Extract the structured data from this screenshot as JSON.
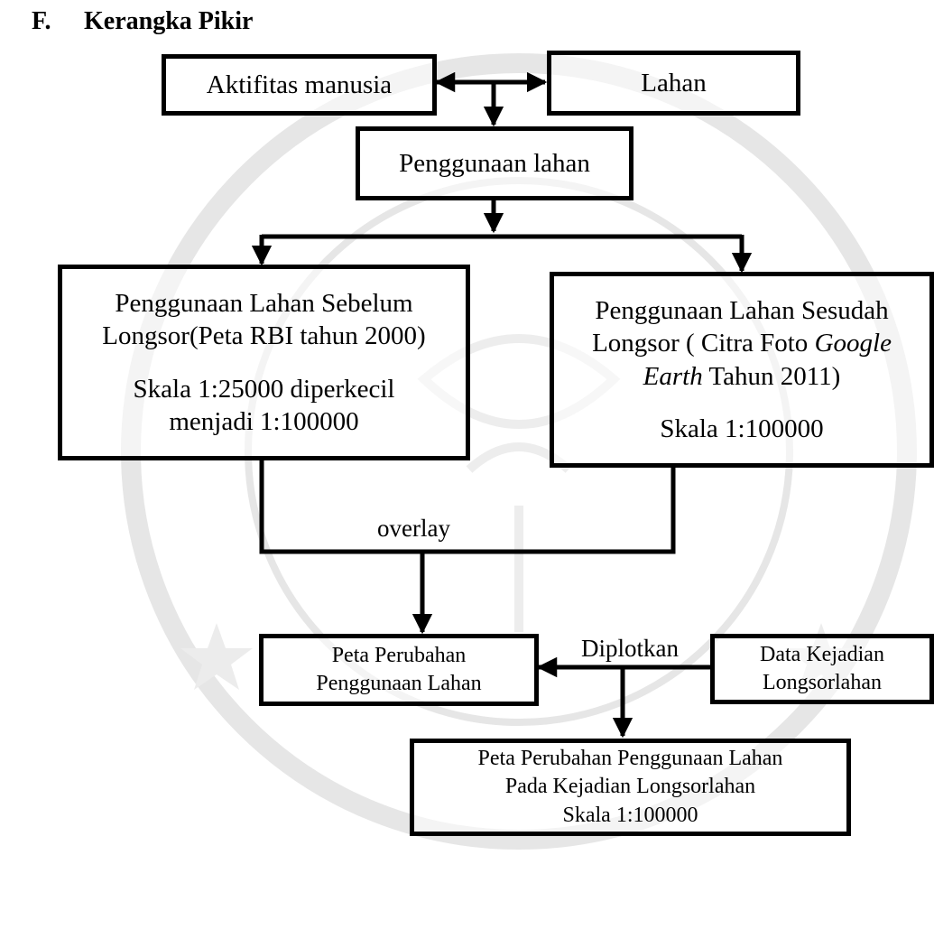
{
  "heading": {
    "number": "F.",
    "title": "Kerangka Pikir"
  },
  "boxes": {
    "aktifitas": "Aktifitas manusia",
    "lahan": "Lahan",
    "penggunaan": "Penggunaan lahan",
    "sebelum": {
      "line1": "Penggunaan Lahan Sebelum",
      "line2": "Longsor(Peta RBI tahun 2000)",
      "line3": "Skala 1:25000 diperkecil",
      "line4": "menjadi 1:100000"
    },
    "sesudah": {
      "line1": "Penggunaan Lahan Sesudah",
      "line2a": "Longsor ( Citra Foto ",
      "line2b": "Google",
      "line3a": "Earth",
      "line3b": " Tahun 2011)",
      "line4": "Skala 1:100000"
    },
    "peta_perubahan": {
      "line1": "Peta Perubahan",
      "line2": "Penggunaan Lahan"
    },
    "data_kejadian": {
      "line1": "Data Kejadian",
      "line2": "Longsorlahan"
    },
    "peta_akhir": {
      "line1": "Peta Perubahan Penggunaan Lahan",
      "line2": "Pada Kejadian Longsorlahan",
      "line3": "Skala 1:100000"
    }
  },
  "labels": {
    "overlay": "overlay",
    "diplotkan": "Diplotkan"
  }
}
